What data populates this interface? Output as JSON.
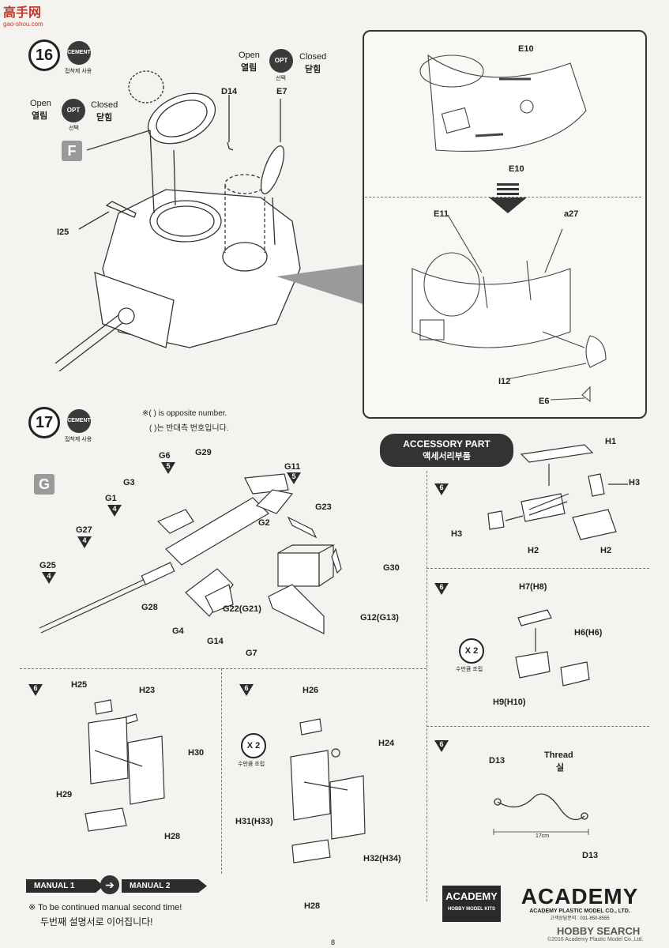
{
  "watermark_top": "高手网",
  "watermark_top_sub": "gao-shou.com",
  "step16": {
    "number": "16",
    "cement_badge": "CEMENT",
    "cement_caption": "접착제 사용",
    "opt_left": {
      "open": "Open",
      "open_kr": "열림",
      "badge": "OPT",
      "badge_caption": "선택",
      "closed": "Closed",
      "closed_kr": "닫힘"
    },
    "opt_top": {
      "open": "Open",
      "open_kr": "열림",
      "badge": "OPT",
      "badge_caption": "선택",
      "closed": "Closed",
      "closed_kr": "닫힘"
    },
    "letter": "F",
    "labels": {
      "d14": "D14",
      "e7": "E7",
      "i25": "I25"
    },
    "detail_labels": {
      "e10_top": "E10",
      "e10_bottom": "E10",
      "e11": "E11",
      "a27": "a27",
      "i12": "I12",
      "e6": "E6"
    }
  },
  "step17": {
    "number": "17",
    "cement_badge": "CEMENT",
    "cement_caption": "접착제 사용",
    "note_en": "※( ) is opposite number.",
    "note_kr": "( )는 반대측 번호입니다.",
    "letter": "G",
    "labels": {
      "g6": "G6",
      "g29": "G29",
      "g11": "G11",
      "g3": "G3",
      "g1": "G1",
      "g23": "G23",
      "g2": "G2",
      "g27": "G27",
      "g30": "G30",
      "g25": "G25",
      "g28": "G28",
      "g22": "G22(G21)",
      "g12": "G12(G13)",
      "g4": "G4",
      "g14": "G14",
      "g7": "G7"
    },
    "triangles": {
      "g6": "5",
      "g11": "5",
      "g1": "4",
      "g27": "4",
      "g25": "4"
    }
  },
  "accessory": {
    "title": "ACCESSORY PART",
    "title_kr": "액세서리부품",
    "panel1": {
      "tri": "6",
      "h1": "H1",
      "h3a": "H3",
      "h3b": "H3",
      "h2a": "H2",
      "h2b": "H2"
    },
    "panel2": {
      "tri": "6",
      "h7": "H7(H8)",
      "h6": "H6(H6)",
      "h9": "H9(H10)",
      "x2": "X 2",
      "x2_caption": "수만큼 조립"
    },
    "panel3": {
      "tri": "6",
      "d13a": "D13",
      "d13b": "D13",
      "thread": "Thread",
      "thread_kr": "실",
      "measure": "17cm"
    }
  },
  "bottom_left": {
    "tri": "6",
    "h25": "H25",
    "h23": "H23",
    "h30": "H30",
    "h29": "H29",
    "h28": "H28"
  },
  "bottom_mid": {
    "tri": "6",
    "h26": "H26",
    "h24": "H24",
    "h31": "H31(H33)",
    "h32": "H32(H34)",
    "h28": "H28",
    "x2": "X 2",
    "x2_caption": "수만큼 조립"
  },
  "manual": {
    "m1": "MANUAL 1",
    "m2": "MANUAL 2",
    "note_en": "※ To be continued manual second time!",
    "note_kr": "두번째 설명서로 이어집니다!"
  },
  "brand": {
    "logo1": "ACADEMY",
    "logo1_sub": "HOBBY MODEL KITS",
    "logo2": "ACADEMY",
    "logo2_sub": "ACADEMY PLASTIC MODEL CO., LTD.",
    "phone": "고객상담문의 : 031-850-8555"
  },
  "watermark_bottom": "HOBBY SEARCH",
  "copyright": "©2016 Academy Plastic Model Co.,Ltd.",
  "page_number": "8"
}
